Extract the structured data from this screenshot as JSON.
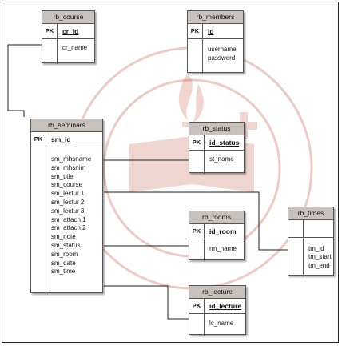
{
  "entities": {
    "course": {
      "name": "rb_course",
      "pk_label": "PK",
      "pk": "cr_id",
      "fields": [
        "cr_name"
      ]
    },
    "members": {
      "name": "rb_members",
      "pk_label": "PK",
      "pk": "id",
      "fields": [
        "username",
        "password"
      ]
    },
    "seminars": {
      "name": "rb_seminars",
      "pk_label": "PK",
      "pk": "sm_id",
      "fields": [
        "sm_mhsname",
        "sm_mhsnim",
        "sm_title",
        "sm_course",
        "sm_lectur 1",
        "sm_lectur 2",
        "sm_lectur 3",
        "sm_attach 1",
        "sm_attach 2",
        "sm_note",
        "sm_status",
        "sm_room",
        "sm_date",
        "sm_time"
      ]
    },
    "status": {
      "name": "rb_status",
      "pk_label": "PK",
      "pk": "id_status",
      "fields": [
        "st_name"
      ]
    },
    "rooms": {
      "name": "rb_rooms",
      "pk_label": "PK",
      "pk": "id_room",
      "fields": [
        "rm_name"
      ]
    },
    "times": {
      "name": "rb_times",
      "pk_label": "",
      "pk": "",
      "fields": [
        "tm_id",
        "tm_start",
        "tm_end"
      ]
    },
    "lecture": {
      "name": "rb_lecture",
      "pk_label": "PK",
      "pk": "id_lecture",
      "fields": [
        "lc_name"
      ]
    }
  },
  "colors": {
    "header": "#c8c1bc",
    "watermark": "#b5432e",
    "line": "#222222"
  }
}
